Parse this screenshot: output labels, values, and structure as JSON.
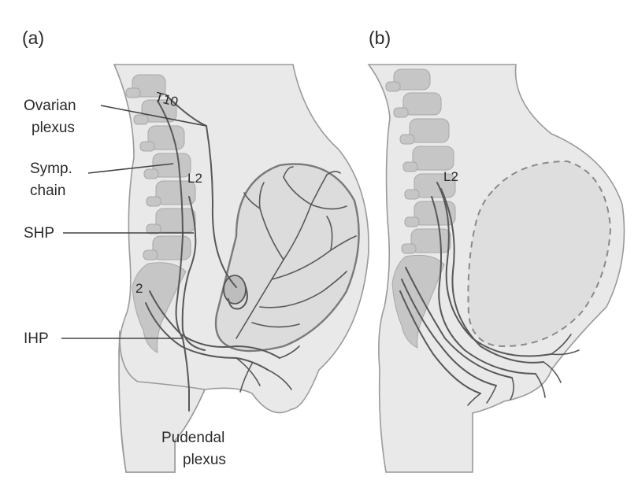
{
  "panels": {
    "a": {
      "label": "(a)",
      "vertebra_top": "T10",
      "vertebra_mid": "L2",
      "sacral_label": "2",
      "callouts": {
        "ovarian_line1": "Ovarian",
        "ovarian_line2": "plexus",
        "symp_line1": "Symp.",
        "symp_line2": "chain",
        "shp": "SHP",
        "ihp": "IHP",
        "pudendal_line1": "Pudendal",
        "pudendal_line2": "plexus"
      }
    },
    "b": {
      "label": "(b)",
      "vertebra_mid": "L2"
    }
  },
  "colors": {
    "body": "#e9e9e9",
    "spine": "#c6c6c6",
    "nerve": "#585858",
    "outline": "#9a9a9a"
  }
}
